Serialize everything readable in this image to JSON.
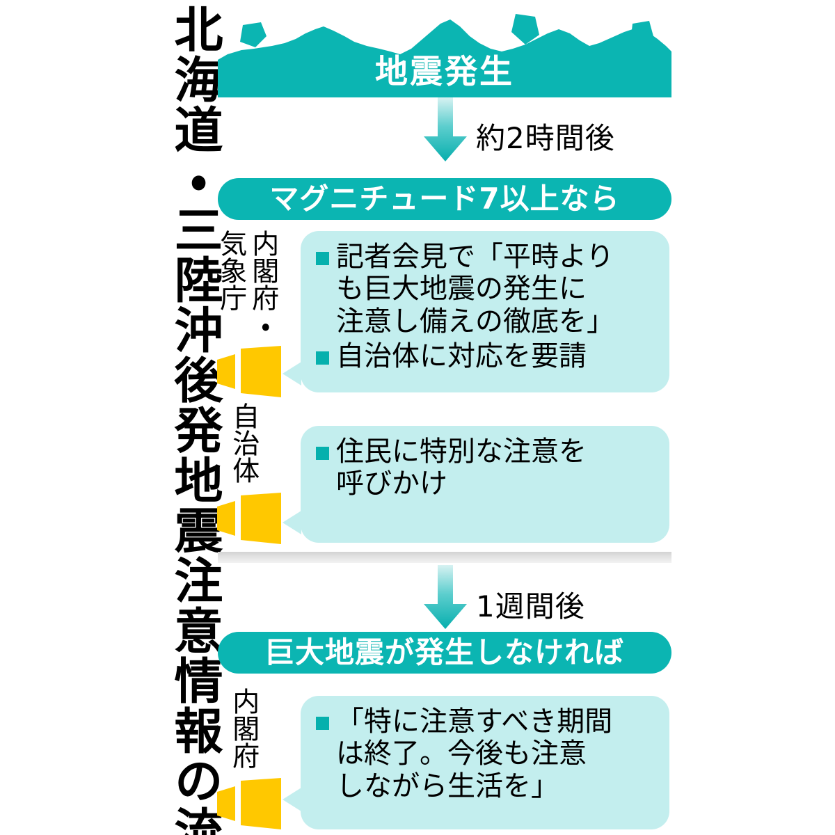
{
  "title": {
    "text": "北海道・三陸沖後発地震注意情報の流れ"
  },
  "colors": {
    "teal": "#0bb5b2",
    "teal_dark": "#06b0ad",
    "bubble_bg": "#c3eeee",
    "yellow": "#ffc800",
    "divider_gray": "#dedede",
    "text_black": "#000000",
    "text_white": "#ffffff"
  },
  "banner": {
    "label": "地震発生"
  },
  "arrows": {
    "first": {
      "caption": "約2時間後"
    },
    "second": {
      "caption": "1週間後"
    }
  },
  "pills": {
    "magnitude": {
      "label": "マグニチュード7以上なら"
    },
    "no_quake": {
      "label": "巨大地震が発生しなければ"
    }
  },
  "sections": [
    {
      "agency_right": "内閣府・",
      "agency_left": "気象庁",
      "icon": "megaphone-icon",
      "bullets": [
        "記者会見で「平時より\nも巨大地震の発生に\n注意し備えの徹底を」",
        "自治体に対応を要請"
      ]
    },
    {
      "agency_right": "自治体",
      "agency_left": "",
      "icon": "megaphone-icon",
      "bullets": [
        "住民に特別な注意を\n呼びかけ"
      ]
    },
    {
      "agency_right": "内閣府",
      "agency_left": "",
      "icon": "megaphone-icon",
      "bullets": [
        "「特に注意すべき期間\nは終了。今後も注意\nしながら生活を」"
      ]
    }
  ]
}
